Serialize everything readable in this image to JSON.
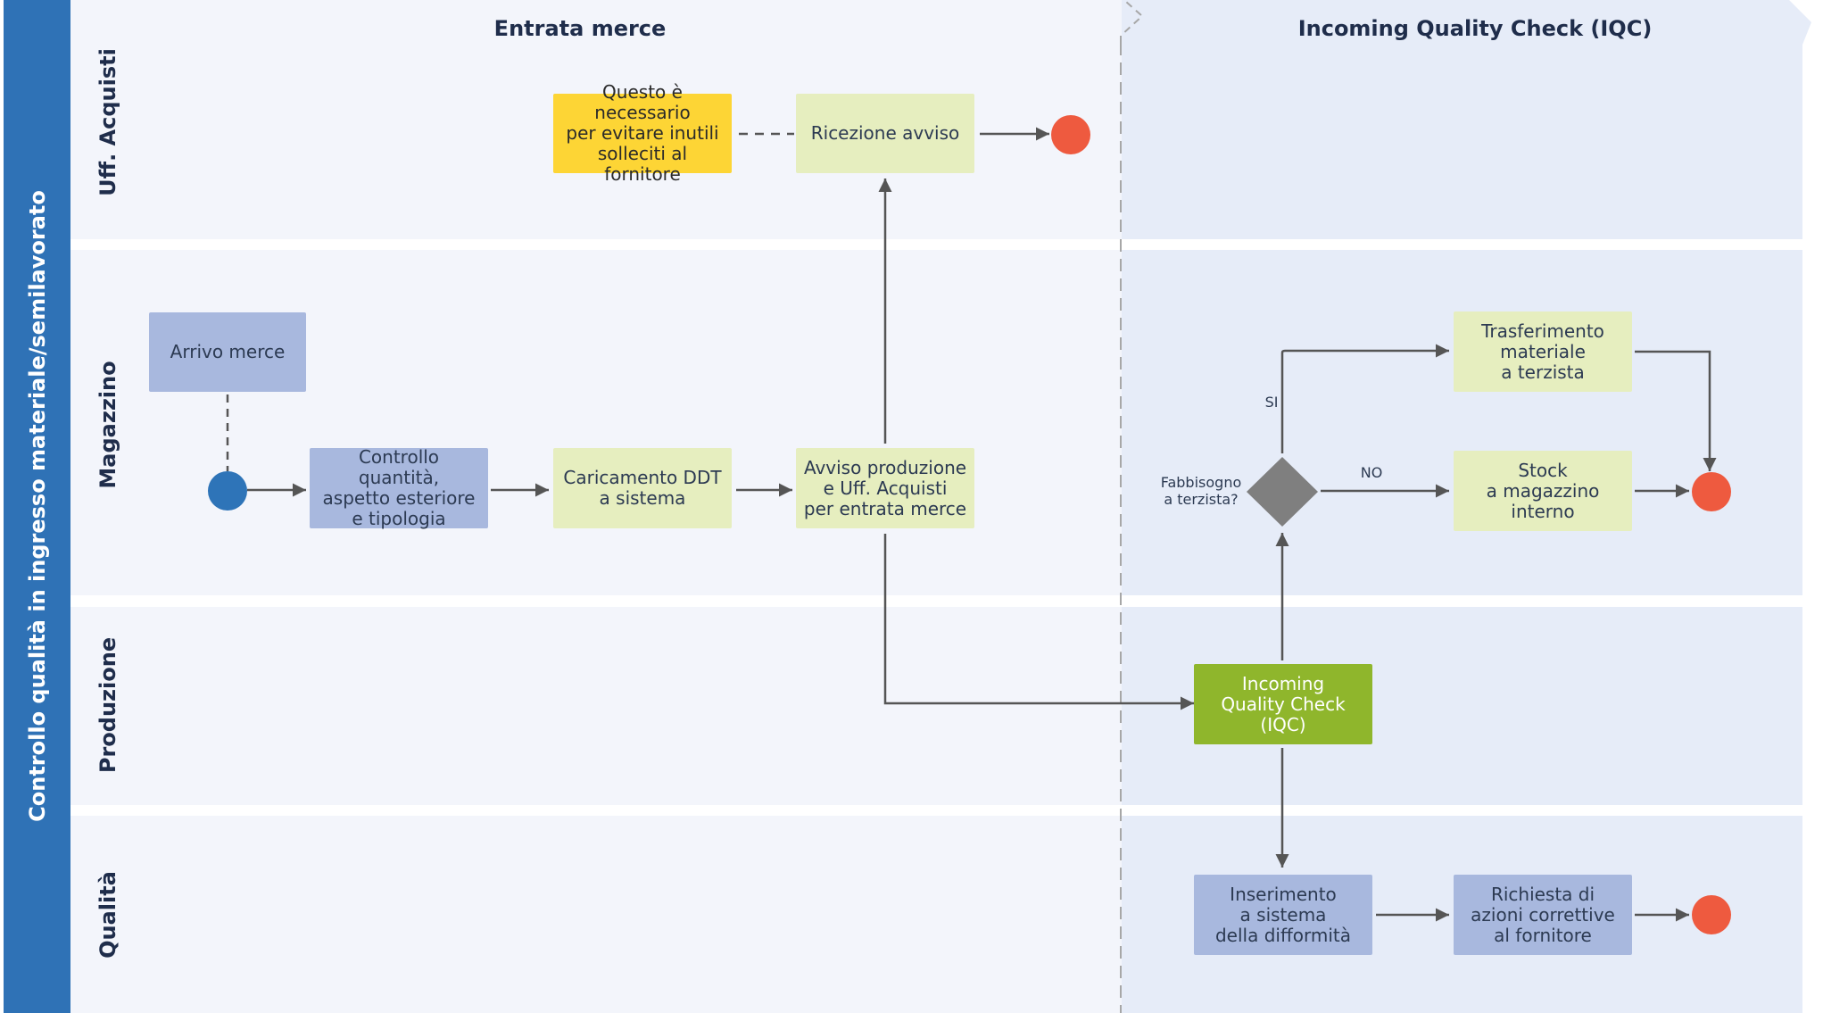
{
  "pool": {
    "title": "Controllo qualità in ingresso materiale/semilavorato"
  },
  "phases": {
    "entrata": "Entrata merce",
    "iqc": "Incoming Quality Check (IQC)"
  },
  "lanes": {
    "acquisti": "Uff. Acquisti",
    "magazzino": "Magazzino",
    "produzione": "Produzione",
    "qualita": "Qualità"
  },
  "nodes": {
    "note": "Questo è necessario\nper evitare inutili\nsolleciti al fornitore",
    "ricezione": "Ricezione avviso",
    "arrivo": "Arrivo merce",
    "controllo": "Controllo quantità,\naspetto esteriore\ne tipologia",
    "caricamento": "Caricamento DDT\na sistema",
    "avviso": "Avviso produzione\ne Uff. Acquisti\nper entrata merce",
    "trasferimento": "Trasferimento\nmateriale\na terzista",
    "stock": "Stock\na magazzino\ninterno",
    "iqc": "Incoming\nQuality Check (IQC)",
    "inserimento": "Inserimento\na sistema\ndella difformità",
    "richiesta": "Richiesta di\nazioni correttive\nal fornitore"
  },
  "gateway": {
    "question": "Fabbisogno\na terzista?",
    "yes": "SI",
    "no": "NO"
  },
  "colors": {
    "pool": "#2f72b6",
    "lane_left": "#f3f5fb",
    "lane_right": "#e6ecf8",
    "task_green": "#e6eebf",
    "task_blue": "#a8b8de",
    "note_yellow": "#fdd535",
    "iqc_task": "#8fb62c",
    "start_event": "#2e74b8",
    "end_event": "#ee5a3f",
    "gateway": "#7f7f7f",
    "connector": "#555555"
  }
}
